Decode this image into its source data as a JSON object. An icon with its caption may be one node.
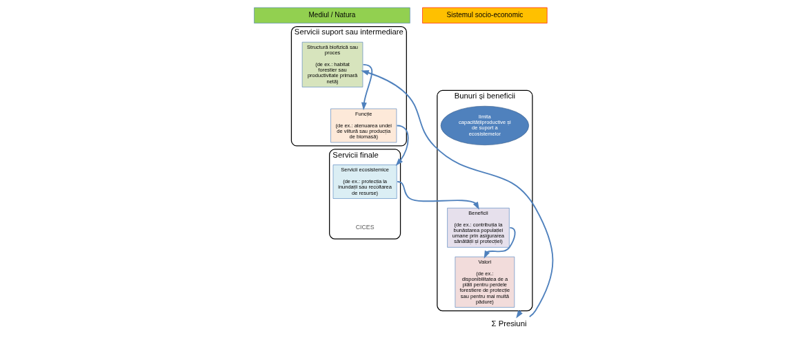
{
  "diagram": {
    "nodes": [
      {
        "text": [
          "Mediul / Natura"
        ]
      },
      {
        "text": [
          "Sistemul socio-economic"
        ]
      },
      {
        "text": [
          "Servicii suport sau intermediare"
        ]
      },
      {
        "text": [
          "Structură biofizică sau proces",
          "(de ex.: habitat forestier sau productivitate primară netă)"
        ],
        "in": 2
      },
      {
        "text": [
          "Funcție",
          "(de ex.: atenuarea undei de viitură sau producția de biomasă)"
        ],
        "in": 2
      },
      {
        "text": [
          "Servicii finale",
          "CICES"
        ]
      },
      {
        "text": [
          "Servicii ecosistemice",
          "(de ex.: protecția la inundații sau recoltarea de resurse)"
        ],
        "in": 5
      },
      {
        "text": [
          "Bunuri și beneficii"
        ]
      },
      {
        "text": [
          "limita capacitățiiproductive și de suport a ecosistemelor"
        ],
        "in": 7
      },
      {
        "text": [
          "Beneficii",
          "(de ex.: contribuția la bunăstarea populației umane prin asigurarea sănătății și protecției)"
        ],
        "in": 7
      },
      {
        "text": [
          "Valori",
          "(de ex.: disponibilitatea de a plăti pentru perdele forestiere de protecție sau pentru mai multă pădure)"
        ],
        "in": 7
      },
      {
        "text": [
          "Σ Presiuni"
        ]
      }
    ],
    "edges": [
      {
        "from": 3,
        "to": 4,
        "arrow": "to"
      },
      {
        "from": 4,
        "to": 6,
        "arrow": "to"
      },
      {
        "from": 6,
        "to": 9,
        "arrow": "to"
      },
      {
        "from": 9,
        "to": 10,
        "arrow": "to"
      },
      {
        "from": 7,
        "to": 11,
        "arrow": "to"
      },
      {
        "from": 11,
        "to": 3,
        "arrow": "to"
      }
    ]
  }
}
